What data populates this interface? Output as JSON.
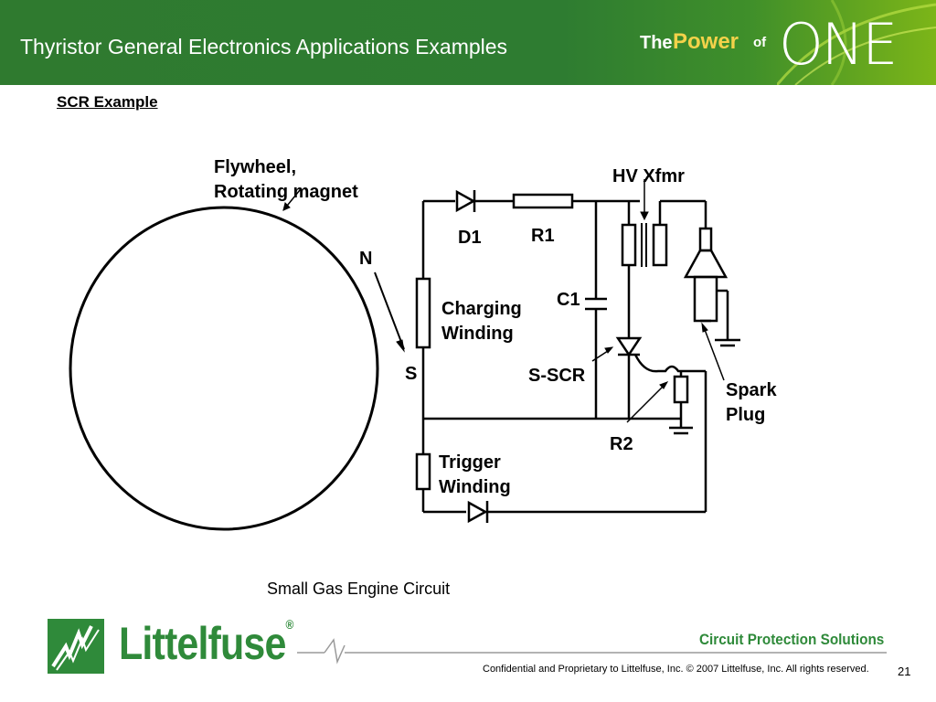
{
  "header": {
    "title": "Thyristor General Electronics Applications Examples",
    "brand": {
      "the": "The",
      "power": "Power",
      "of": "of",
      "one": "ONE"
    }
  },
  "section_title": "SCR Example",
  "diagram": {
    "labels": {
      "flywheel": "Flywheel,\nRotating magnet",
      "north": "N",
      "south": "S",
      "hv_xfmr": "HV Xfmr",
      "d1": "D1",
      "r1": "R1",
      "c1": "C1",
      "charging": "Charging\nWinding",
      "s_scr": "S-SCR",
      "spark_plug": "Spark\nPlug",
      "r2": "R2",
      "trigger": "Trigger\nWinding"
    },
    "caption": "Small Gas Engine Circuit"
  },
  "footer": {
    "company": "Littelfuse",
    "registered": "®",
    "tagline": "Circuit Protection Solutions",
    "confidential": "Confidential and Proprietary to Littelfuse, Inc.  © 2007 Littelfuse, Inc.  All rights reserved.",
    "page_number": "21"
  },
  "colors": {
    "header_green": "#2e7c31",
    "brand_green": "#2f8a3a",
    "power_gold": "#f3d24a"
  }
}
